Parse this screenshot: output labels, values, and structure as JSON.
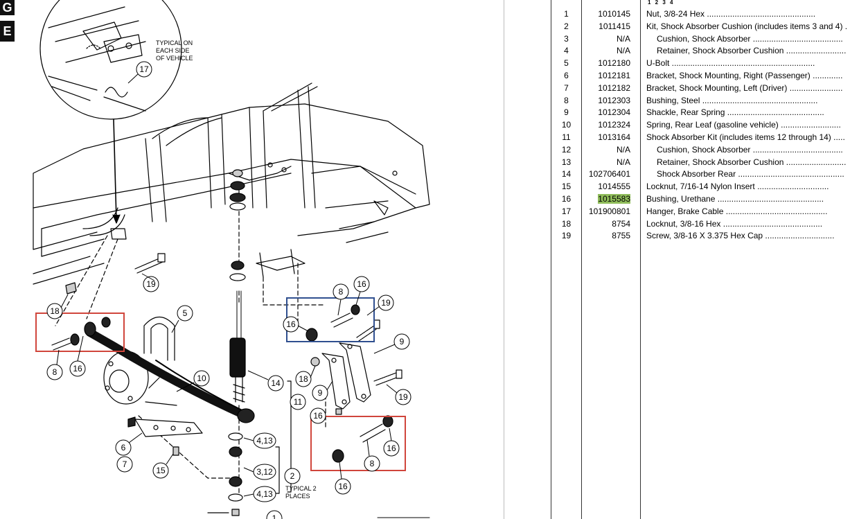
{
  "corner_tabs": [
    "G",
    "E"
  ],
  "diagram": {
    "note_typical_side": [
      "TYPICAL ON",
      "EACH SIDE",
      "OF VEHICLE"
    ],
    "note_typical_places": [
      "TYPICAL 2",
      "PLACES"
    ],
    "callouts": {
      "c17": "17",
      "c19a": "19",
      "c18a": "18",
      "c5": "5",
      "c10": "10",
      "c8a": "8",
      "c16a": "16",
      "c6": "6",
      "c7": "7",
      "c15": "15",
      "c14": "14",
      "c11": "11",
      "c413a": "4,13",
      "c312": "3,12",
      "c2": "2",
      "c413b": "4,13",
      "c1": "1",
      "c8b": "8",
      "c16b": "16",
      "c19b": "19",
      "c16c": "16",
      "c9a": "9",
      "c18b": "18",
      "c9b": "9",
      "c19c": "19",
      "c16d": "16",
      "c8c": "8",
      "c16e": "16",
      "c16f": "16"
    }
  },
  "parts_table": {
    "header": "1 2 3 4",
    "rows": [
      {
        "item": "1",
        "part": "1010145",
        "desc": "Nut, 3/8-24 Hex ...............................................",
        "indent": false
      },
      {
        "item": "2",
        "part": "1011415",
        "desc": "Kit, Shock Absorber Cushion (includes items 3 and 4) .",
        "indent": false
      },
      {
        "item": "3",
        "part": "N/A",
        "desc": "Cushion, Shock Absorber .......................................",
        "indent": true
      },
      {
        "item": "4",
        "part": "N/A",
        "desc": "Retainer, Shock Absorber Cushion ..........................",
        "indent": true
      },
      {
        "item": "5",
        "part": "1012180",
        "desc": "U-Bolt ..............................................................",
        "indent": false
      },
      {
        "item": "6",
        "part": "1012181",
        "desc": "Bracket, Shock Mounting, Right (Passenger) .............",
        "indent": false
      },
      {
        "item": "7",
        "part": "1012182",
        "desc": "Bracket, Shock Mounting, Left (Driver) .......................",
        "indent": false
      },
      {
        "item": "8",
        "part": "1012303",
        "desc": "Bushing, Steel ..................................................",
        "indent": false
      },
      {
        "item": "9",
        "part": "1012304",
        "desc": "Shackle, Rear Spring ..........................................",
        "indent": false
      },
      {
        "item": "10",
        "part": "1012324",
        "desc": "Spring, Rear Leaf (gasoline vehicle) ..........................",
        "indent": false
      },
      {
        "item": "11",
        "part": "1013164",
        "desc": "Shock Absorber Kit (includes items 12 through 14) .....",
        "indent": false
      },
      {
        "item": "12",
        "part": "N/A",
        "desc": "Cushion, Shock Absorber .......................................",
        "indent": true
      },
      {
        "item": "13",
        "part": "N/A",
        "desc": "Retainer, Shock Absorber Cushion ..........................",
        "indent": true
      },
      {
        "item": "14",
        "part": "102706401",
        "desc": "Shock Absorber Rear ..............................................",
        "indent": true
      },
      {
        "item": "15",
        "part": "1014555",
        "desc": "Locknut, 7/16-14 Nylon Insert ...............................",
        "indent": false
      },
      {
        "item": "16",
        "part": "1015583",
        "desc": "Bushing, Urethane ..............................................",
        "indent": false,
        "highlight": true
      },
      {
        "item": "17",
        "part": "101900801",
        "desc": "Hanger, Brake Cable ............................................",
        "indent": false
      },
      {
        "item": "18",
        "part": "8754",
        "desc": "Locknut, 3/8-16 Hex ...........................................",
        "indent": false
      },
      {
        "item": "19",
        "part": "8755",
        "desc": "Screw, 3/8-16 X 3.375 Hex Cap ..............................",
        "indent": false
      }
    ]
  },
  "colors": {
    "highlight_box_red": "#d0453b",
    "highlight_box_blue": "#2f4f8f",
    "part_highlight": "#8fbc5a"
  }
}
